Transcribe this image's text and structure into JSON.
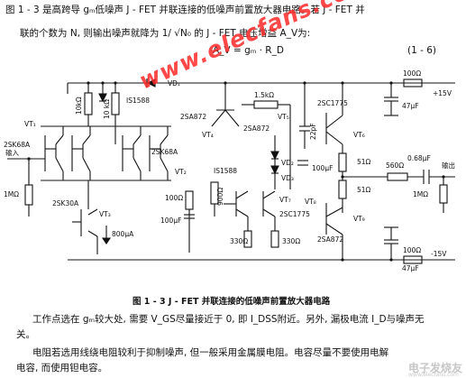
{
  "intro": {
    "line1": "图 1 - 3 是高跨导 gₘ低噪声 J - FET 并联连接的低噪声前置放大器电路。若 J - FET 并",
    "line2": "联的个数为 N, 则输出噪声就降为 1/ √N₀ 的 J - FET 电压增益 A_V为:"
  },
  "equation": {
    "text": "A_V = gₘ · R_D",
    "number": "(1 - 6)"
  },
  "watermark": "www.elecfans.com",
  "caption": "图 1 - 3   J - FET 并联连接的低噪声前置放大器电路",
  "para1": {
    "line1": "工作点选在 gₘ较大处, 需要 V_GS尽量接近于 0, 即 I_DSS附近。另外, 漏极电流 I_D与噪声无",
    "line2": "关。"
  },
  "para2": {
    "line1": "电阻若选用线绕电阻较利于抑制噪声, 但一般采用金属膜电阻。电容尽量不要使用电解",
    "line2": "电容, 而使用钽电容。"
  },
  "logo": {
    "name": "电子发烧友",
    "sub": "www.elecfans.com"
  },
  "circuit": {
    "vd1": "VD₁",
    "r100_top": "100Ω",
    "plus15": "+15V",
    "c47_top": "47μF",
    "r10": "10kΩ",
    "r10k": "10 kΩ",
    "is1588_a": "IS1588",
    "r15k": "1.5kΩ",
    "t2sa872_a": "2SA872",
    "t2sa872_b": "2SA872",
    "t2sa872_c": "2SA872",
    "t2sc1775_a": "2SC1775",
    "t2sc1775_b": "2SC1775",
    "vt1": "VT₁",
    "vt2": "VT₂",
    "vt3": "VT₃",
    "vt4": "VT₄",
    "vt5": "VT₅",
    "vt6": "VT₆",
    "vt7": "VT₇",
    "vt8": "VT₈",
    "vt9": "VT₉",
    "c22p": "22pF",
    "sk68a_1": "2SK68A",
    "sk68a_2": "2SK68A",
    "input": "输入",
    "vd2": "VD₂",
    "vd3": "VD₃",
    "c100_mid": "100μF",
    "r51_1": "51Ω",
    "r51_2": "51Ω",
    "r560": "560Ω",
    "c068": "0.68μF",
    "output": "输出",
    "r1m_in": "1MΩ",
    "r1m_out": "1MΩ",
    "is1588_b": "IS1588",
    "sk30a": "2SK30A",
    "r100_l": "100Ω",
    "c100_l": "100μF",
    "r900": "900Ω",
    "i800": "800μA",
    "r330_1": "330Ω",
    "r330_2": "330Ω",
    "r100_bot": "100Ω",
    "minus15": "-15V",
    "c47_bot": "47μF"
  }
}
